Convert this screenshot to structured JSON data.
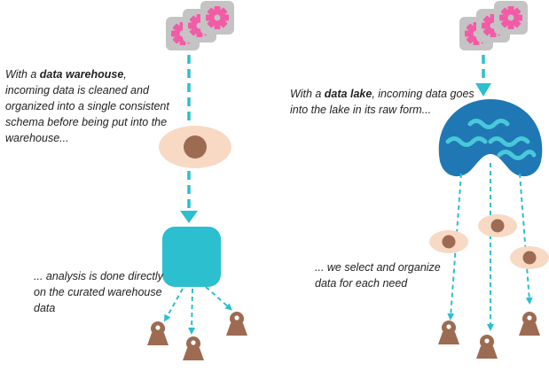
{
  "warehouse": {
    "intro_pre": "With a ",
    "intro_bold": "data warehouse",
    "intro_post": ", incoming data is cleaned and organized into a single consistent schema before being put into the warehouse...",
    "analysis": "... analysis is done directly on the curated warehouse data"
  },
  "lake": {
    "intro_pre": "With a ",
    "intro_bold": "data lake",
    "intro_post": ", incoming data goes into the lake in its raw form...",
    "select": "... we select and organize data for each need"
  },
  "icons": {
    "source": "gear-icon",
    "processing": "eye-icon",
    "warehouse": "warehouse-icon",
    "lake": "lake-icon",
    "user": "user-figure-icon"
  },
  "colors": {
    "gear_box": "#c4c4c4",
    "gear": "#f25ba6",
    "arrow": "#2bbfcf",
    "warehouse": "#2bbfcf",
    "lake": "#1f78b4",
    "wave": "#48c8d8",
    "eye": "#f8d9c3",
    "pupil": "#9c6b52",
    "person": "#9c6b52"
  }
}
